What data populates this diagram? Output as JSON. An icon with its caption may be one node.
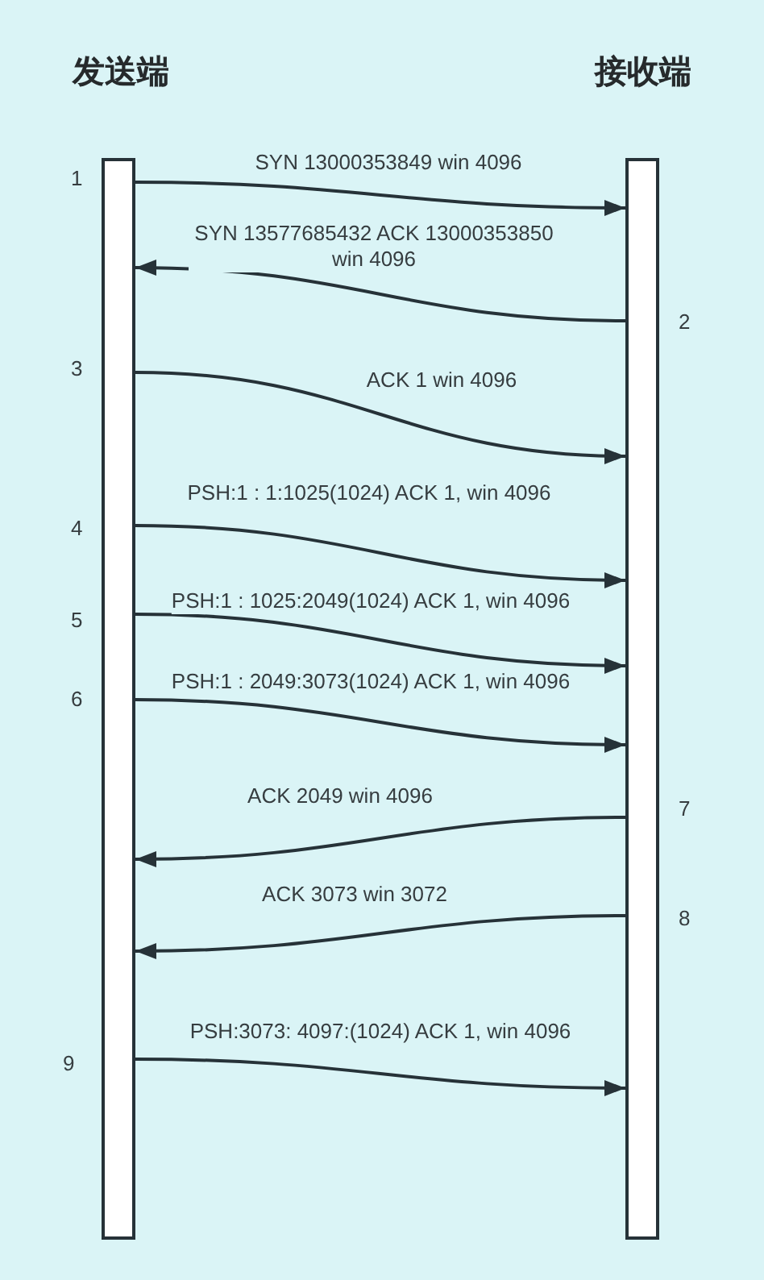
{
  "diagram": {
    "nodes": [
      {
        "text": [
          "发送端"
        ]
      },
      {
        "text": [
          "接收端"
        ]
      }
    ],
    "edges": [
      {
        "from": 0,
        "to": 1,
        "arrow": "to",
        "label": "SYN 13000353849 win 4096"
      },
      {
        "from": 1,
        "to": 0,
        "arrow": "to",
        "label": "SYN 13577685432 ACK 13000353850 win 4096"
      },
      {
        "from": 0,
        "to": 1,
        "arrow": "to",
        "label": "ACK 1 win 4096"
      },
      {
        "from": 0,
        "to": 1,
        "arrow": "to",
        "label": "PSH:1 : 1:1025(1024) ACK 1, win 4096"
      },
      {
        "from": 0,
        "to": 1,
        "arrow": "to",
        "label": "PSH:1 : 1025:2049(1024) ACK 1, win 4096"
      },
      {
        "from": 0,
        "to": 1,
        "arrow": "to",
        "label": "PSH:1 : 2049:3073(1024) ACK 1, win 4096"
      },
      {
        "from": 1,
        "to": 0,
        "arrow": "to",
        "label": "ACK 2049 win 4096"
      },
      {
        "from": 1,
        "to": 0,
        "arrow": "to",
        "label": "ACK 3073 win 3072"
      },
      {
        "from": 0,
        "to": 1,
        "arrow": "to",
        "label": "PSH:3073: 4097:(1024) ACK 1, win 4096"
      }
    ],
    "labels": [
      "1",
      "2",
      "3",
      "4",
      "5",
      "6",
      "7",
      "8",
      "9"
    ]
  }
}
